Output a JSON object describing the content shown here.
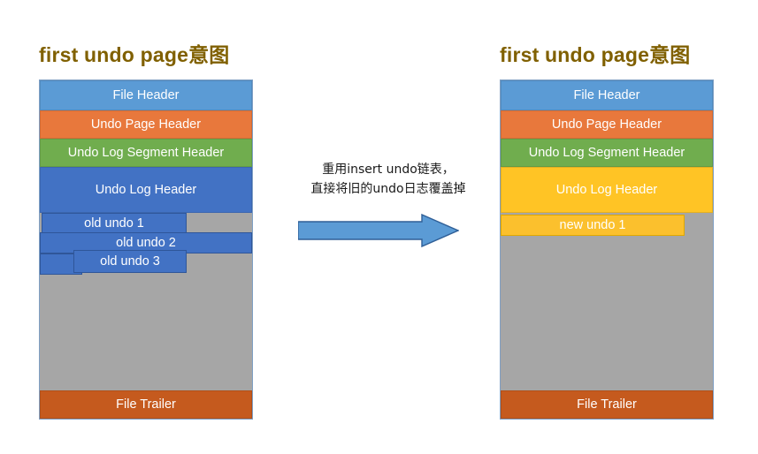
{
  "left_panel": {
    "title": "first undo page意图",
    "bands": [
      {
        "label": "File Header",
        "color": "#5b9bd5"
      },
      {
        "label": "Undo Page Header",
        "color": "#e8783c"
      },
      {
        "label": "Undo Log Segment Header",
        "color": "#70ad4e"
      },
      {
        "label": "Undo Log Header",
        "color": "#4272c4"
      }
    ],
    "undo_entries": [
      {
        "label": "old undo 1",
        "color": "#4272c4"
      },
      {
        "label": "old undo 2",
        "color": "#4272c4"
      },
      {
        "label": "old undo 3",
        "color": "#4272c4"
      }
    ],
    "free_space_color": "#a6a6a6",
    "trailer": {
      "label": "File Trailer",
      "color": "#c55a1e"
    }
  },
  "right_panel": {
    "title": "first undo page意图",
    "bands": [
      {
        "label": "File Header",
        "color": "#5b9bd5"
      },
      {
        "label": "Undo Page Header",
        "color": "#e8783c"
      },
      {
        "label": "Undo Log Segment Header",
        "color": "#70ad4e"
      },
      {
        "label": "Undo Log Header",
        "color": "#ffc425"
      }
    ],
    "undo_entries": [
      {
        "label": "new undo 1",
        "color": "#fbc02d"
      }
    ],
    "free_space_color": "#a6a6a6",
    "trailer": {
      "label": "File Trailer",
      "color": "#c55a1e"
    }
  },
  "middle": {
    "note_line1": "重用insert undo链表，",
    "note_line2": "直接将旧的undo日志覆盖掉",
    "arrow_icon": "right-arrow-icon",
    "arrow_fill": "#5b9bd5",
    "arrow_stroke": "#2f5f97"
  },
  "title_color": "#806000"
}
